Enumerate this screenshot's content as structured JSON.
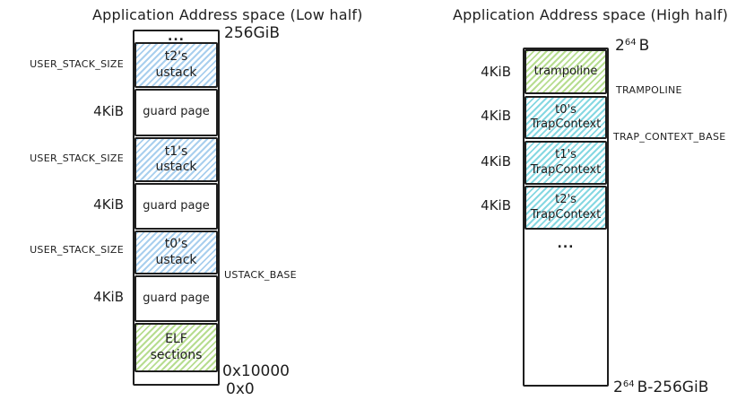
{
  "diagram": {
    "colors": {
      "stroke": "#1e1e1e",
      "background": "#ffffff",
      "ustack_fill": "#a9cfee",
      "trapcontext_fill": "#86d8e2",
      "elf_trampoline_fill": "#b7dd90"
    },
    "low": {
      "title": "Application Address space (Low half)",
      "top_ellipsis": "...",
      "segments": [
        {
          "line1": "t2's",
          "line2": "ustack"
        },
        {
          "line1": "guard page"
        },
        {
          "line1": "t1's",
          "line2": "ustack"
        },
        {
          "line1": "guard page"
        },
        {
          "line1": "t0's",
          "line2": "ustack"
        },
        {
          "line1": "guard page"
        },
        {
          "line1": "ELF",
          "line2": "sections"
        }
      ],
      "size_labels": {
        "user_stack": "USER_STACK_SIZE",
        "guard": "4KiB"
      },
      "address_labels": {
        "top": "256GiB",
        "ustack_base": "USTACK_BASE",
        "elf_top": "0x10000",
        "bottom": "0x0"
      }
    },
    "high": {
      "title": "Application Address space (High half)",
      "ellipsis": "...",
      "segments": [
        {
          "line1": "trampoline"
        },
        {
          "line1": "t0's",
          "line2": "TrapContext"
        },
        {
          "line1": "t1's",
          "line2": "TrapContext"
        },
        {
          "line1": "t2's",
          "line2": "TrapContext"
        }
      ],
      "size_labels": {
        "page": "4KiB"
      },
      "address_labels": {
        "top": {
          "base": "2",
          "exp": "64",
          "suffix": "B"
        },
        "trampoline": "TRAMPOLINE",
        "trap_context_base": "TRAP_CONTEXT_BASE",
        "bottom": {
          "base": "2",
          "exp": "64",
          "suffix": "B-256GiB"
        }
      }
    }
  }
}
